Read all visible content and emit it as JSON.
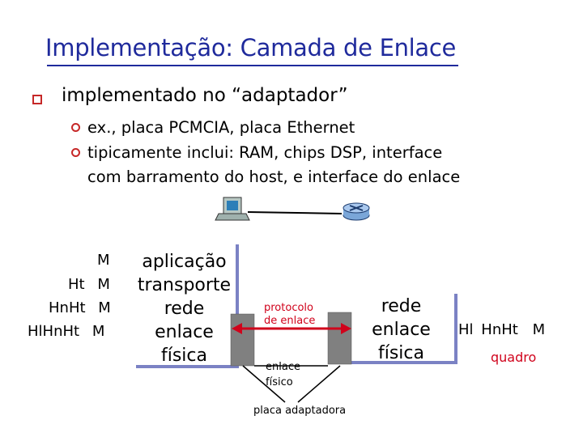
{
  "slide": {
    "title": "Implementação: Camada de Enlace",
    "bullet_main": "implementado no “adaptador”",
    "sub_bullets": [
      "ex., placa PCMCIA, placa Ethernet",
      "tipicamente inclui: RAM, chips DSP, interface",
      "com barramento do host, e interface do enlace"
    ]
  },
  "headers": {
    "rows": [
      [
        "M"
      ],
      [
        "Ht",
        "M"
      ],
      [
        "Hn",
        "Ht",
        "M"
      ],
      [
        "Hl",
        "Hn",
        "Ht",
        "M"
      ]
    ]
  },
  "host_stack": {
    "layers": [
      "aplicação",
      "transporte",
      "rede",
      "enlace",
      "física"
    ]
  },
  "router_stack": {
    "layers": [
      "rede",
      "enlace",
      "física"
    ]
  },
  "labels": {
    "protocol": "protocolo de enlace",
    "protocol_l1": "protocolo",
    "protocol_l2": "de enlace",
    "physical_l1": "enlace",
    "physical_l2": "físico",
    "adapter": "placa adaptadora"
  },
  "frame": {
    "fields": [
      "Hl",
      "Hn",
      "Ht",
      "M"
    ],
    "label": "quadro"
  },
  "colors": {
    "title": "#1f2a9c",
    "bullet": "#c62828",
    "stack_fill": "#ffffff",
    "stack_shadow": "#7b82c4",
    "adapter_fill": "#808080",
    "arrow": "#d0021b",
    "protocol_text": "#d0021b"
  },
  "icons": [
    "computer-icon",
    "router-icon"
  ]
}
